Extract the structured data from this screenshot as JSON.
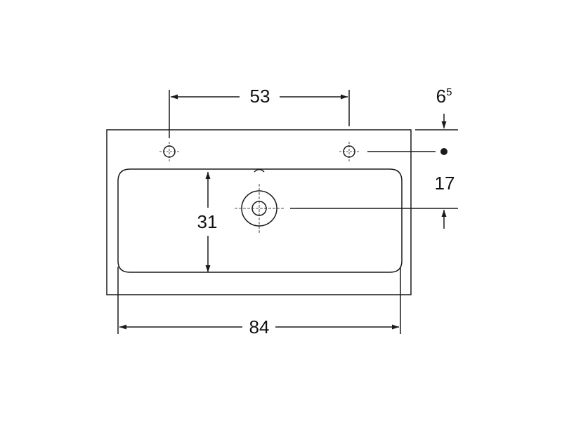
{
  "dimensions": {
    "tap_hole_spacing": "53",
    "rim_to_hole_base": "6",
    "rim_to_hole_exponent": "5",
    "rim_to_drain": "17",
    "basin_depth": "31",
    "overall_width": "84"
  },
  "colors": {
    "line": "#1a1a1a",
    "background": "#ffffff"
  }
}
